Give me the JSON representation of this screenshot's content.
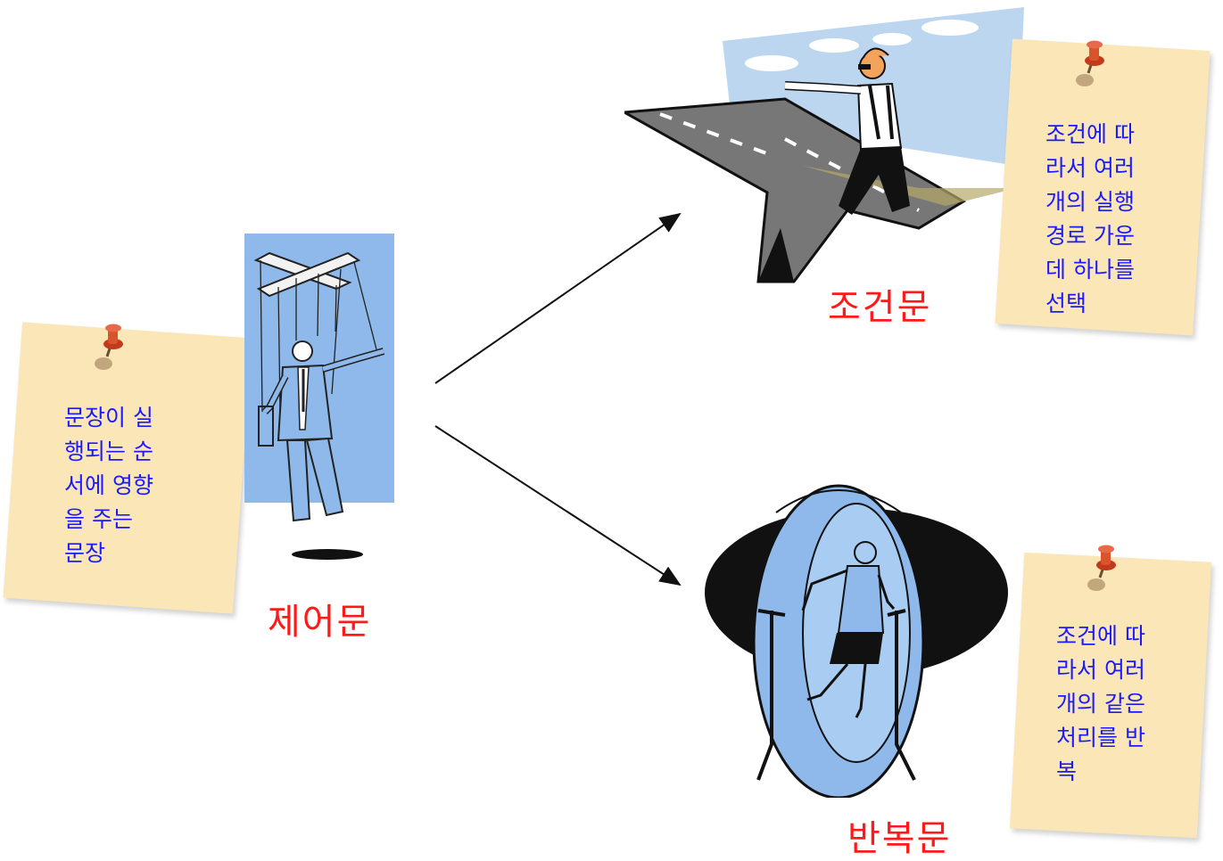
{
  "notes": {
    "control": "문장이 실\n행되는 순\n서에 영향\n을 주는\n문장",
    "conditional": "조건에 따\n라서 여러\n개의 실행\n경로 가운\n데 하나를\n선택",
    "loop": "조건에 따\n라서 여러\n개의 같은\n처리를 반\n복"
  },
  "labels": {
    "control": "제어문",
    "conditional": "조건문",
    "loop": "반복문"
  },
  "colors": {
    "note_bg": "#fbe6b8",
    "note_text": "#1a1aff",
    "label_text": "#ff1a1a",
    "illustration_blue": "#8fb9ea"
  },
  "icons": {
    "pin": "pushpin-icon",
    "control_art": "puppet-businessman-illustration",
    "conditional_art": "road-fork-man-pointing-illustration",
    "loop_art": "woman-running-in-wheel-illustration"
  }
}
